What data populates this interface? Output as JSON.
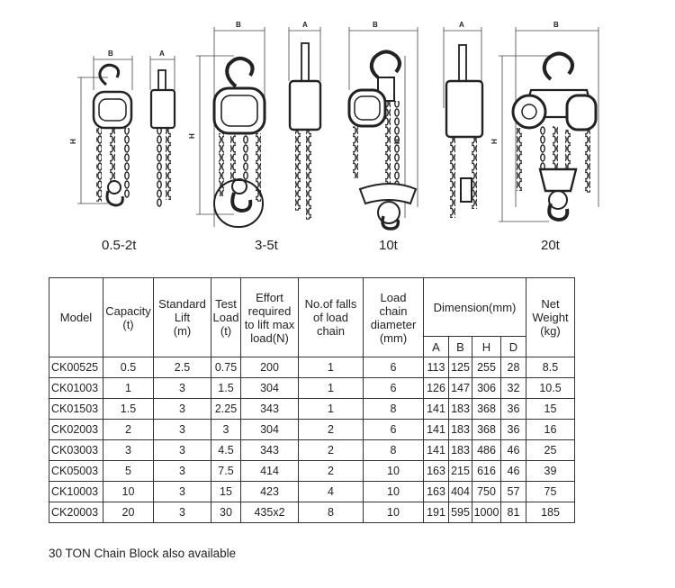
{
  "diagram": {
    "dimension_letters": {
      "b": "B",
      "a": "A",
      "h": "H"
    },
    "captions": [
      "0.5-2t",
      "3-5t",
      "10t",
      "20t"
    ]
  },
  "table": {
    "headers": {
      "model": "Model",
      "capacity": "Capacity\n(t)",
      "lift": "Standard\nLift\n(m)",
      "test_load": "Test\nLoad\n(t)",
      "effort": "Effort\nrequired\nto lift max\nload(N)",
      "falls": "No.of falls\nof load\nchain",
      "chain_dia": "Load\nchain\ndiameter\n(mm)",
      "dimension": "Dimension(mm)",
      "dim_a": "A",
      "dim_b": "B",
      "dim_h": "H",
      "dim_d": "D",
      "weight": "Net\nWeight\n(kg)"
    },
    "rows": [
      [
        "CK00525",
        "0.5",
        "2.5",
        "0.75",
        "200",
        "1",
        "6",
        "113",
        "125",
        "255",
        "28",
        "8.5"
      ],
      [
        "CK01003",
        "1",
        "3",
        "1.5",
        "304",
        "1",
        "6",
        "126",
        "147",
        "306",
        "32",
        "10.5"
      ],
      [
        "CK01503",
        "1.5",
        "3",
        "2.25",
        "343",
        "1",
        "8",
        "141",
        "183",
        "368",
        "36",
        "15"
      ],
      [
        "CK02003",
        "2",
        "3",
        "3",
        "304",
        "2",
        "6",
        "141",
        "183",
        "368",
        "36",
        "16"
      ],
      [
        "CK03003",
        "3",
        "3",
        "4.5",
        "343",
        "2",
        "8",
        "141",
        "183",
        "486",
        "46",
        "25"
      ],
      [
        "CK05003",
        "5",
        "3",
        "7.5",
        "414",
        "2",
        "10",
        "163",
        "215",
        "616",
        "46",
        "39"
      ],
      [
        "CK10003",
        "10",
        "3",
        "15",
        "423",
        "4",
        "10",
        "163",
        "404",
        "750",
        "57",
        "75"
      ],
      [
        "CK20003",
        "20",
        "3",
        "30",
        "435x2",
        "8",
        "10",
        "191",
        "595",
        "1000",
        "81",
        "185"
      ]
    ]
  },
  "footnote": "30 TON Chain Block also available"
}
